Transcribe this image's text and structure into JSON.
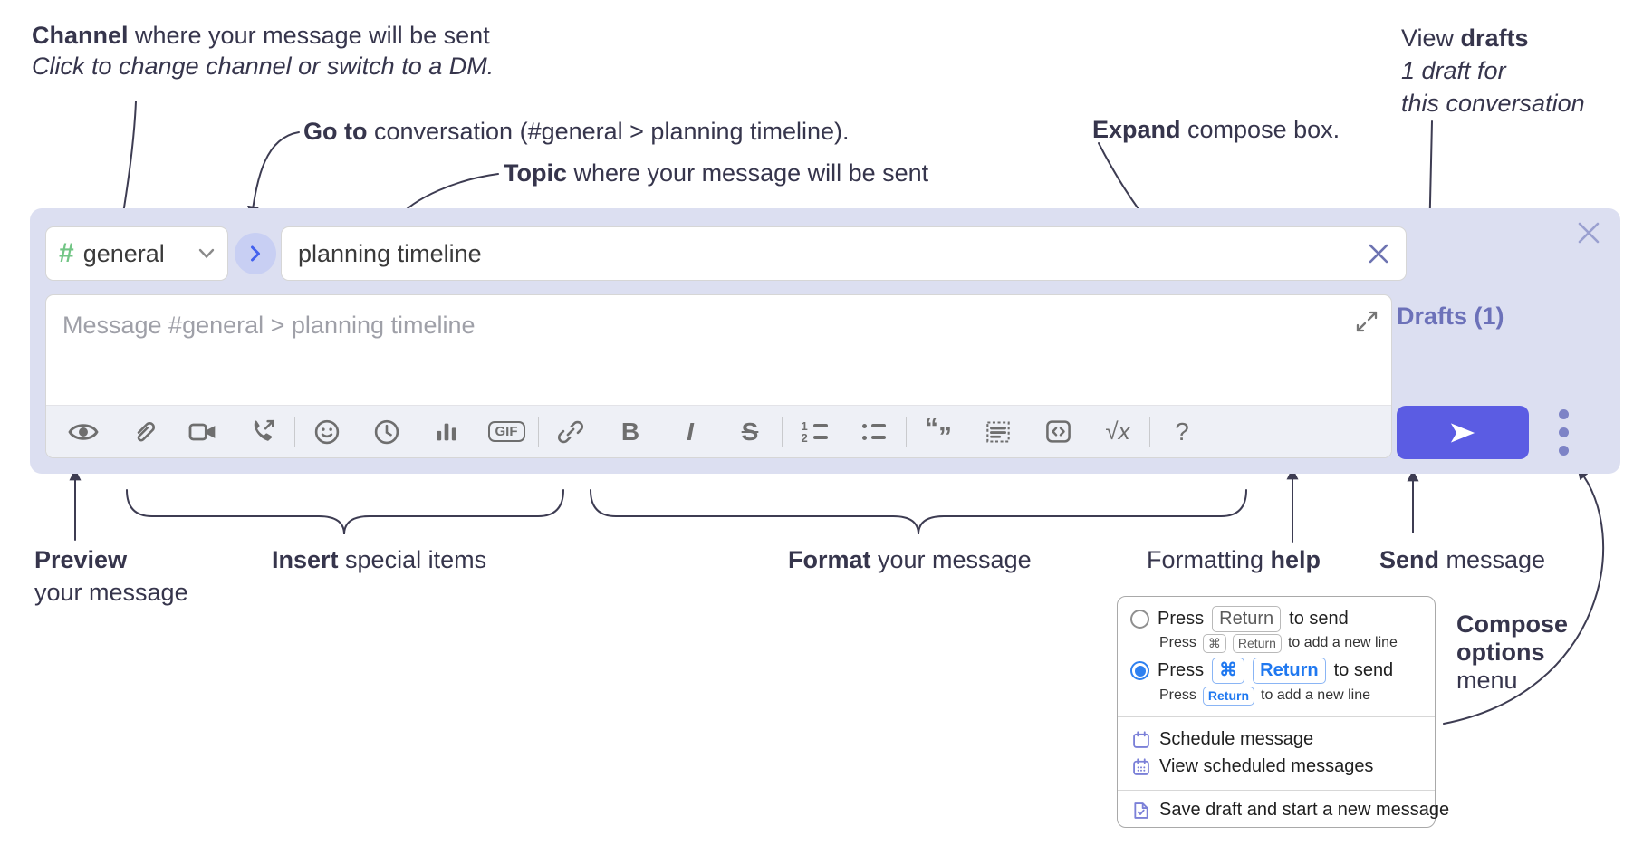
{
  "annotations": {
    "channel": {
      "bold": "Channel",
      "rest": " where your message will be sent",
      "sub": "Click to change channel or switch to a DM."
    },
    "go_to": {
      "bold": "Go to",
      "rest": " conversation (#general > planning timeline)."
    },
    "topic": {
      "bold": "Topic",
      "rest": " where your message will be sent"
    },
    "expand": {
      "bold": "Expand",
      "rest": " compose box."
    },
    "view_drafts": {
      "pre": "View ",
      "bold": "drafts",
      "line2": "1 draft for",
      "line3": "this conversation"
    },
    "preview": {
      "bold": "Preview",
      "line2": "your message"
    },
    "insert": {
      "bold": "Insert",
      "rest": " special items"
    },
    "format": {
      "bold": "Format",
      "rest": " your message"
    },
    "formatting_help": {
      "pre": "Formatting ",
      "bold": "help"
    },
    "send": {
      "bold": "Send",
      "rest": " message"
    },
    "compose_options": {
      "line1": "Compose",
      "line2": "options",
      "line3": "menu"
    }
  },
  "compose": {
    "channel_hash": "#",
    "channel_name": "general",
    "topic_value": "planning timeline",
    "message_placeholder": "Message #general > planning timeline",
    "drafts_link": "Drafts (1)",
    "toolbar": {
      "gif_label": "GIF",
      "bold_label": "B",
      "italic_label": "I",
      "strike_label": "S",
      "ol_1": "1",
      "ol_2": "2",
      "quote_open": "“",
      "quote_close": "”",
      "math_label": "√x",
      "help_label": "?"
    },
    "icon_names": [
      "preview",
      "attach-file",
      "video-call",
      "audio-call",
      "emoji",
      "time",
      "poll",
      "gif",
      "link",
      "bold",
      "italic",
      "strikethrough",
      "numbered-list",
      "bulleted-list",
      "quote",
      "spoiler",
      "code",
      "math",
      "help"
    ]
  },
  "popup": {
    "option1": {
      "pre": "Press",
      "key": "Return",
      "post": "to send",
      "sub_pre": "Press",
      "sub_key1": "⌘",
      "sub_key2": "Return",
      "sub_post": "to add a new line"
    },
    "option2": {
      "pre": "Press",
      "key1": "⌘",
      "key2": "Return",
      "post": "to send",
      "sub_pre": "Press",
      "sub_key": "Return",
      "sub_post": "to add a new line"
    },
    "schedule": "Schedule message",
    "view_scheduled": "View scheduled messages",
    "save_draft": "Save draft and start a new message"
  },
  "colors": {
    "container_bg": "#dcdff1",
    "send_button": "#5b5ce3",
    "drafts_link": "#6c71b9",
    "hash_green": "#72c585",
    "goto_chevron": "#4361ee",
    "key_blue": "#1f78f0",
    "radio_blue": "#2e80f0",
    "annotation": "#36354c",
    "icon_gray": "#6e6e6e",
    "popup_icon": "#7b80d8"
  }
}
